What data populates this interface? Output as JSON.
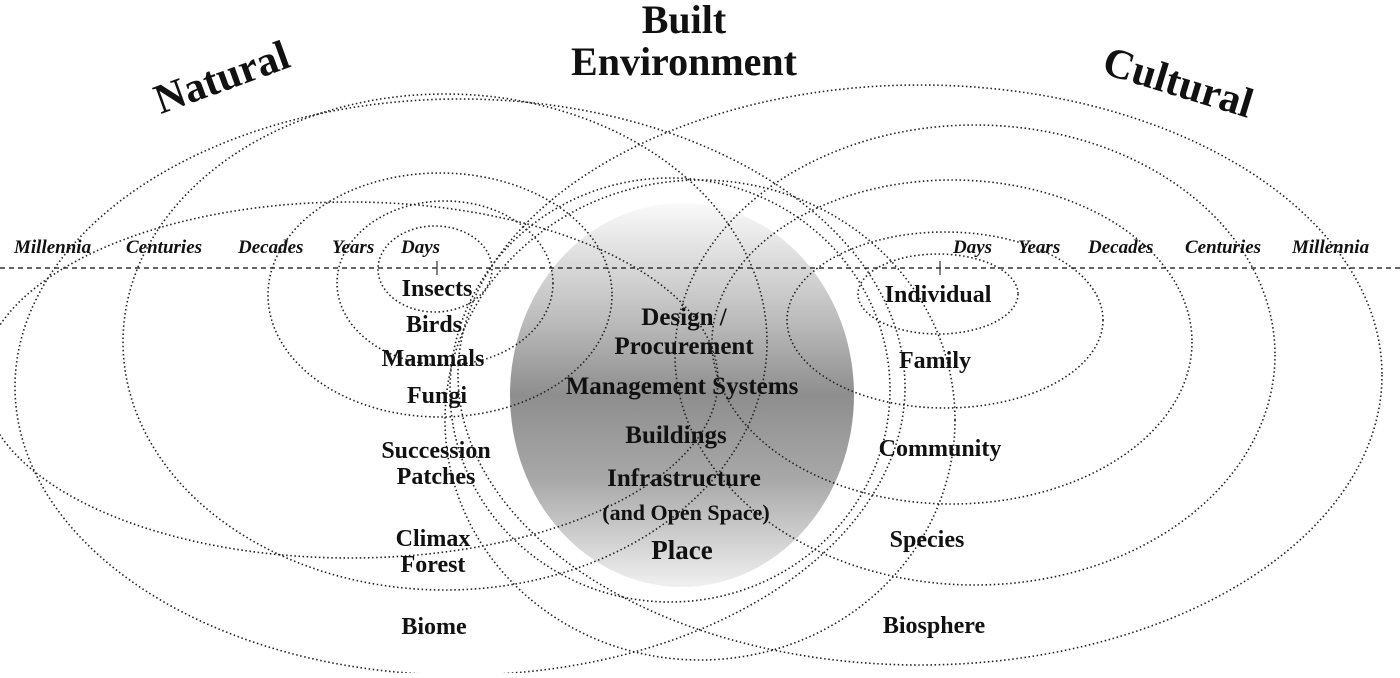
{
  "titles": {
    "built_line1": "Built",
    "built_line2": "Environment",
    "natural": "Natural",
    "cultural": "Cultural"
  },
  "natural_scale": [
    "Millennia",
    "Centuries",
    "Decades",
    "Years",
    "Days"
  ],
  "cultural_scale": [
    "Days",
    "Years",
    "Decades",
    "Centuries",
    "Millennia"
  ],
  "natural_labels": [
    [
      "Insects"
    ],
    [
      "Birds"
    ],
    [
      "Mammals"
    ],
    [
      "Fungi"
    ],
    [
      "Succession",
      "Patches"
    ],
    [
      "Climax",
      "Forest"
    ],
    [
      "Biome"
    ]
  ],
  "cultural_labels": [
    "Individual",
    "Family",
    "Community",
    "Species",
    "Biosphere"
  ],
  "center_labels": {
    "design_line1": "Design /",
    "design_line2": "Procurement",
    "management": "Management Systems",
    "buildings": "Buildings",
    "infrastructure": "Infrastructure",
    "open_space": "(and Open Space)",
    "place": "Place"
  },
  "colors": {
    "ink": "#111111",
    "gradient_light": "#f2f2f2",
    "gradient_dark": "#8c8c8c"
  }
}
